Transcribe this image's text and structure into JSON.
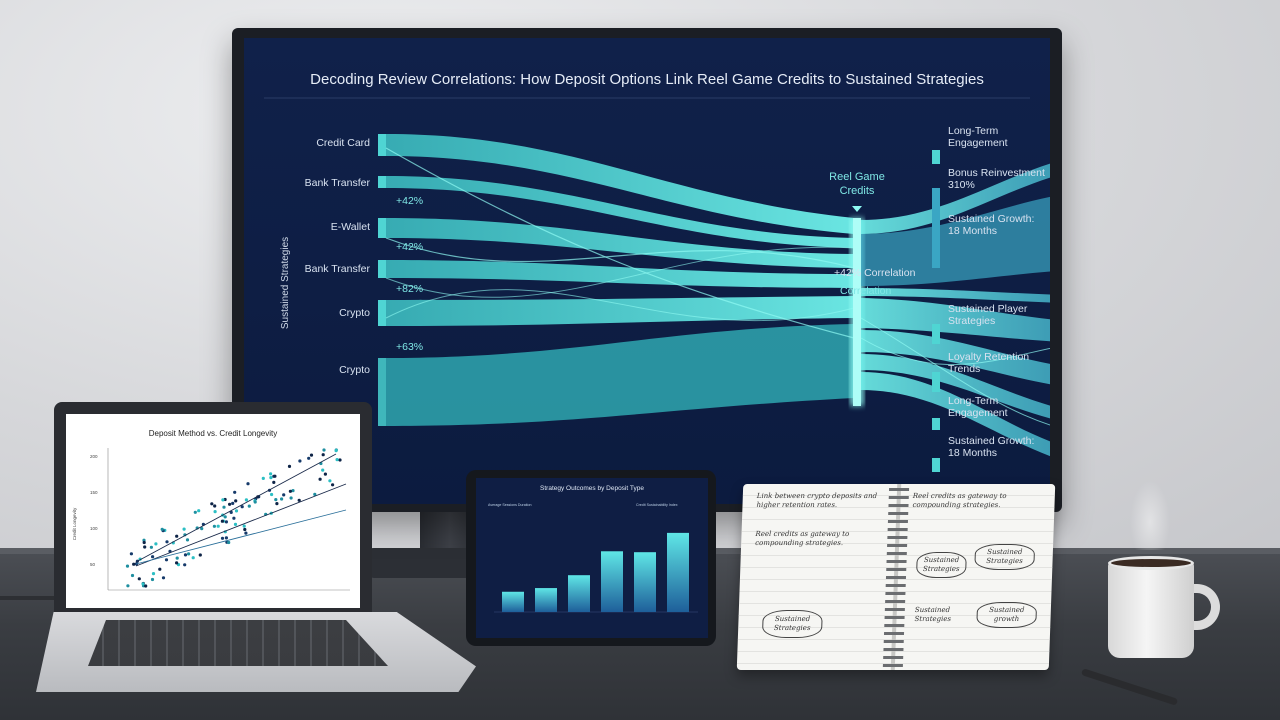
{
  "monitor": {
    "title": "Decoding Review Correlations: How Deposit Options Link Reel Game Credits to Sustained Strategies",
    "y_axis_label": "Sustained Strategies",
    "hub_label_line1": "Reel Game",
    "hub_label_line2": "Credits",
    "hub_correlation_label": "Correlation",
    "left_sources": [
      "Credit Card",
      "Bank Transfer",
      "E-Wallet",
      "Bank Transfer",
      "Crypto",
      "Crypto"
    ],
    "left_percents": [
      "+42%",
      "+42%",
      "+82%",
      "+63%"
    ],
    "right_targets": [
      {
        "line1": "Long-Term",
        "line2": "Engagement"
      },
      {
        "line1": "Bonus Reinvestment",
        "line2": "310%"
      },
      {
        "line1": "Sustained Growth:",
        "line2": "18 Months"
      },
      {
        "line1": "+42% Correlation",
        "line2": ""
      },
      {
        "line1": "Sustained Player",
        "line2": "Strategies"
      },
      {
        "line1": "Loyalty Retention",
        "line2": "Trends"
      },
      {
        "line1": "Long-Term",
        "line2": "Engagement"
      },
      {
        "line1": "Sustained Growth:",
        "line2": "18 Months"
      }
    ],
    "colors": {
      "flow": "#3fd1d0",
      "flow_bright": "#7ff3ef",
      "screen_bg": "#0c1b3f"
    }
  },
  "laptop": {
    "chart_title": "Deposit Method vs. Credit Longevity",
    "y_label": "Credit Longevity",
    "y_ticks": [
      "200",
      "150",
      "100",
      "50"
    ]
  },
  "tablet": {
    "chart_title": "Strategy Outcomes by Deposit Type",
    "header_labels": [
      "Average Sessions Duration",
      "Credit Sustainability Index"
    ],
    "chart_data": {
      "type": "bar",
      "values": [
        22,
        26,
        40,
        66,
        65,
        86
      ]
    }
  },
  "notebook": {
    "left_note_1": "Link between crypto deposits and higher retention rates.",
    "left_note_2": "Reel credits as gateway to compounding strategies.",
    "left_box_1": "Sustained Strategies",
    "right_note_1": "Reel credits as gateway to compounding strategies.",
    "right_box_1": "Sustained Strategies",
    "right_box_2": "Sustained Strategies",
    "right_note_2": "Sustained Strategies",
    "right_box_3": "Sustained growth"
  }
}
